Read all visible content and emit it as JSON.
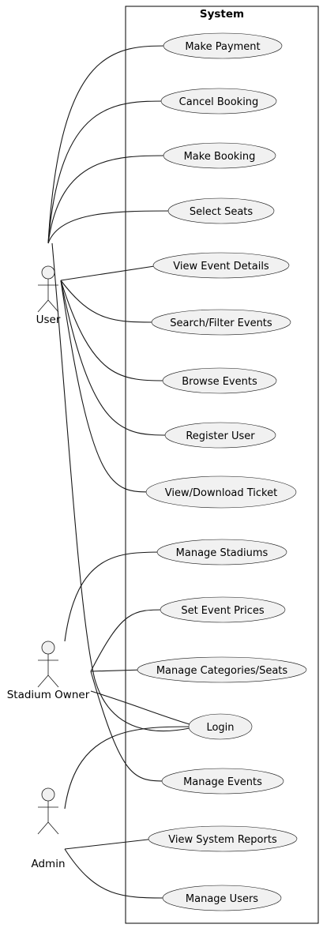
{
  "system": {
    "title": "System"
  },
  "actors": [
    {
      "id": "user",
      "label": "User"
    },
    {
      "id": "owner",
      "label": "Stadium Owner"
    },
    {
      "id": "admin",
      "label": "Admin"
    }
  ],
  "use_cases": [
    {
      "id": "make-payment",
      "label": "Make Payment"
    },
    {
      "id": "cancel-booking",
      "label": "Cancel Booking"
    },
    {
      "id": "make-booking",
      "label": "Make Booking"
    },
    {
      "id": "select-seats",
      "label": "Select Seats"
    },
    {
      "id": "view-event-details",
      "label": "View Event Details"
    },
    {
      "id": "search-filter-events",
      "label": "Search/Filter Events"
    },
    {
      "id": "browse-events",
      "label": "Browse Events"
    },
    {
      "id": "register-user",
      "label": "Register User"
    },
    {
      "id": "view-download-ticket",
      "label": "View/Download Ticket"
    },
    {
      "id": "manage-stadiums",
      "label": "Manage Stadiums"
    },
    {
      "id": "set-event-prices",
      "label": "Set Event Prices"
    },
    {
      "id": "manage-categories-seats",
      "label": "Manage Categories/Seats"
    },
    {
      "id": "login",
      "label": "Login"
    },
    {
      "id": "manage-events",
      "label": "Manage Events"
    },
    {
      "id": "view-system-reports",
      "label": "View System Reports"
    },
    {
      "id": "manage-users",
      "label": "Manage Users"
    }
  ],
  "associations": [
    {
      "from": "user",
      "to": "make-payment"
    },
    {
      "from": "user",
      "to": "cancel-booking"
    },
    {
      "from": "user",
      "to": "make-booking"
    },
    {
      "from": "user",
      "to": "select-seats"
    },
    {
      "from": "user",
      "to": "view-event-details"
    },
    {
      "from": "user",
      "to": "search-filter-events"
    },
    {
      "from": "user",
      "to": "browse-events"
    },
    {
      "from": "user",
      "to": "register-user"
    },
    {
      "from": "user",
      "to": "view-download-ticket"
    },
    {
      "from": "user",
      "to": "login"
    },
    {
      "from": "owner",
      "to": "manage-stadiums"
    },
    {
      "from": "owner",
      "to": "set-event-prices"
    },
    {
      "from": "owner",
      "to": "manage-categories-seats"
    },
    {
      "from": "owner",
      "to": "login"
    },
    {
      "from": "owner",
      "to": "manage-events"
    },
    {
      "from": "admin",
      "to": "login"
    },
    {
      "from": "admin",
      "to": "view-system-reports"
    },
    {
      "from": "admin",
      "to": "manage-users"
    }
  ],
  "colors": {
    "use_case_fill": "#f1f1f1",
    "actor_fill": "#f1f1f1",
    "stroke": "#181818",
    "boundary_stroke": "#000000",
    "background": "#ffffff"
  }
}
